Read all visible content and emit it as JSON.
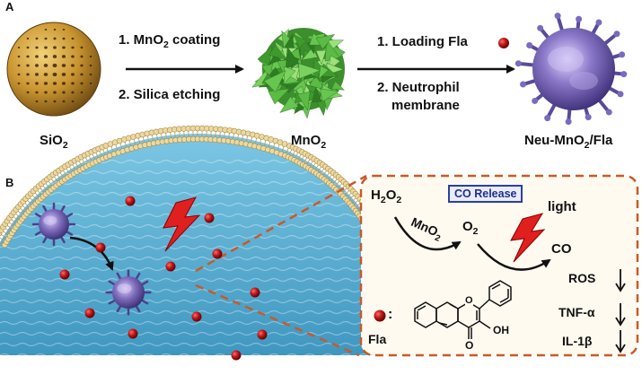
{
  "panel_a": {
    "letter": "A",
    "step1_coating": "1. MnO",
    "step1_coating_sub": "2",
    "step1_coating_rest": " coating",
    "step2_etching": "2. Silica etching",
    "step3_loading": "1. Loading Fla",
    "step4_neutrophil_line1": "2. Neutrophil",
    "step4_neutrophil_line2": "membrane",
    "particle1_main": "SiO",
    "particle1_sub": "2",
    "particle2_main": "MnO",
    "particle2_sub": "2",
    "particle3_pre": "Neu-MnO",
    "particle3_sub": "2",
    "particle3_post": "/Fla"
  },
  "panel_b": {
    "letter": "B",
    "h2o2_main": "H",
    "h2o2_sub1": "2",
    "h2o2_mid": "O",
    "h2o2_sub2": "2",
    "catalyst_main": "MnO",
    "catalyst_sub": "2",
    "o2_main": "O",
    "o2_sub": "2",
    "co_release": "CO Release",
    "light": "light",
    "co": "CO",
    "ros": "ROS",
    "tnf": "TNF-α",
    "il1b": "IL-1β",
    "fla_legend_colon": ":",
    "fla_legend": "Fla",
    "oh": "OH",
    "ketone_o": "O",
    "ring_o": "O"
  },
  "colors": {
    "silica": "#c9962e",
    "mno2": "#4fb040",
    "neutrophil": "#6a5aa8",
    "membrane_head": "#e7d39a",
    "water": "#5fb6d6",
    "dashed_box": "#c85a28",
    "fla_dot": "#c01818",
    "lightning": "#e01f1f",
    "co_box": "#2b3fa0"
  }
}
